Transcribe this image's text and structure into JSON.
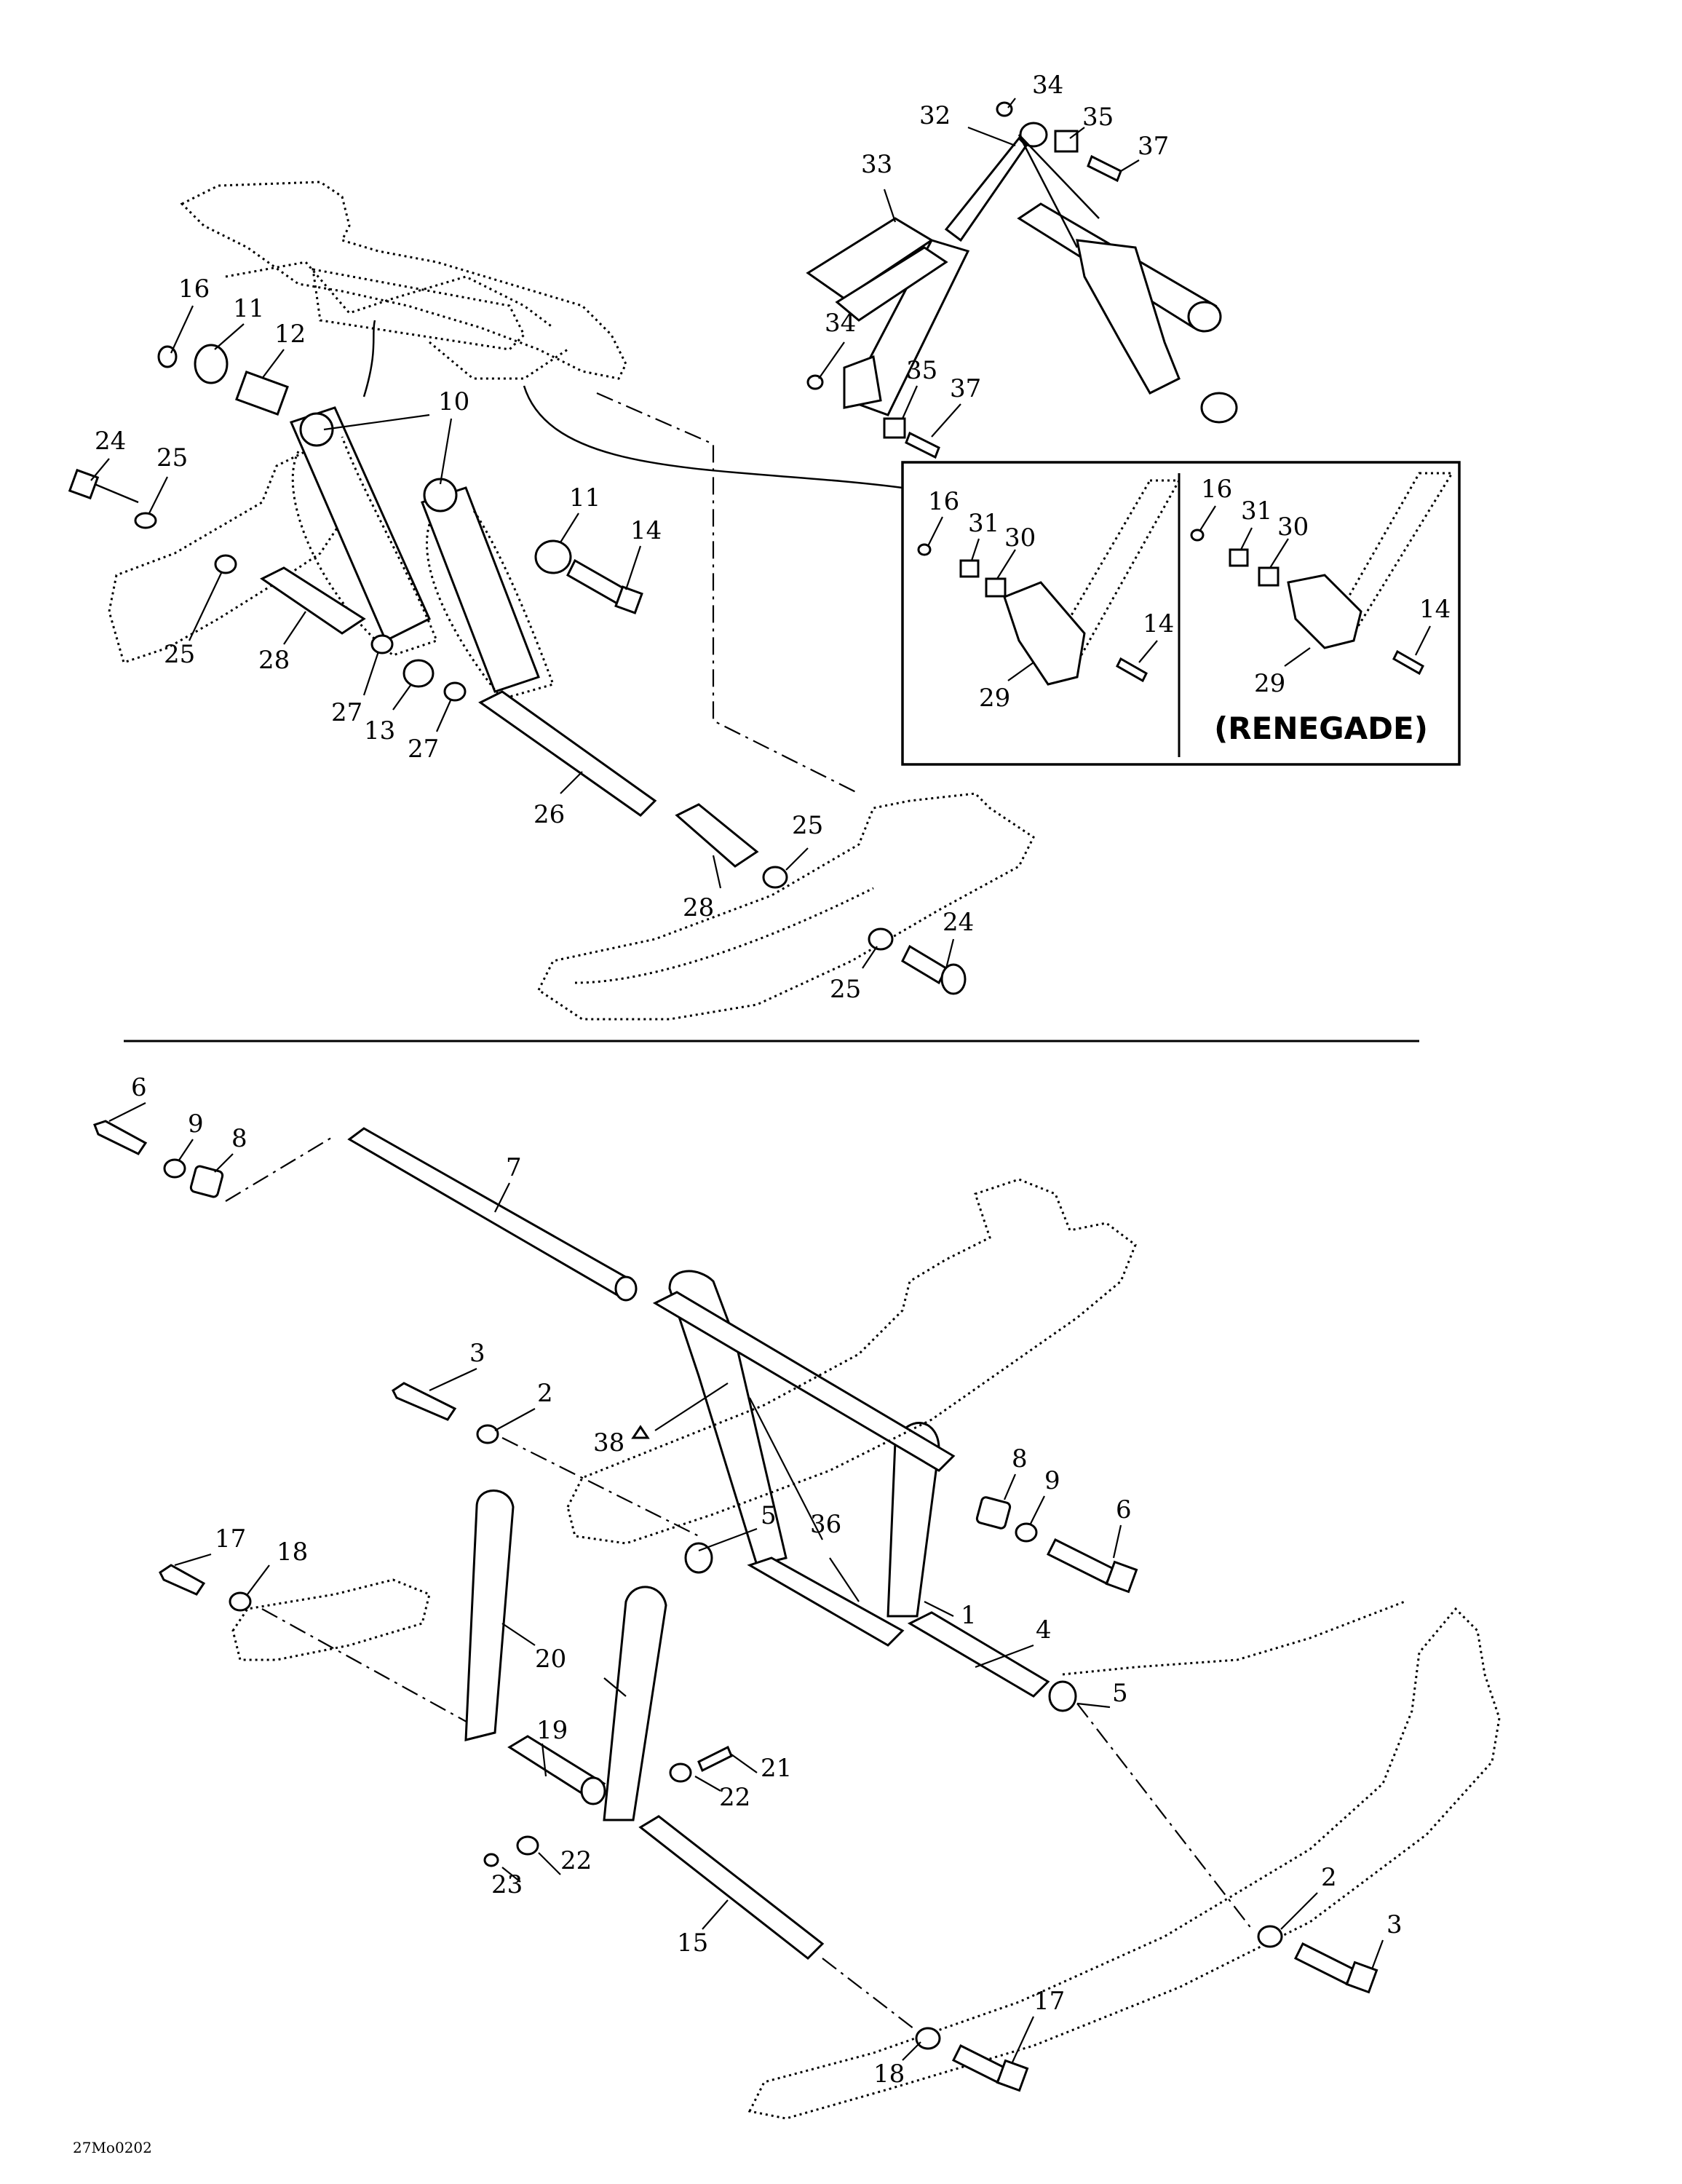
{
  "diagram": {
    "callouts_top": [
      "34",
      "32",
      "35",
      "37",
      "33",
      "16",
      "11",
      "12",
      "34",
      "35",
      "37",
      "10",
      "24",
      "25",
      "11",
      "14",
      "16",
      "31",
      "30",
      "16",
      "31",
      "30",
      "25",
      "28",
      "14",
      "14",
      "29",
      "29",
      "27",
      "13",
      "27",
      "26",
      "25",
      "28",
      "24",
      "25"
    ],
    "inset_label": "(RENEGADE)",
    "callouts_bottom": [
      "6",
      "9",
      "8",
      "7",
      "3",
      "2",
      "38",
      "8",
      "9",
      "6",
      "5",
      "36",
      "17",
      "18",
      "1",
      "20",
      "4",
      "19",
      "5",
      "21",
      "22",
      "22",
      "23",
      "2",
      "3",
      "15",
      "17",
      "18"
    ],
    "drawing_code": "27Mo0202"
  }
}
